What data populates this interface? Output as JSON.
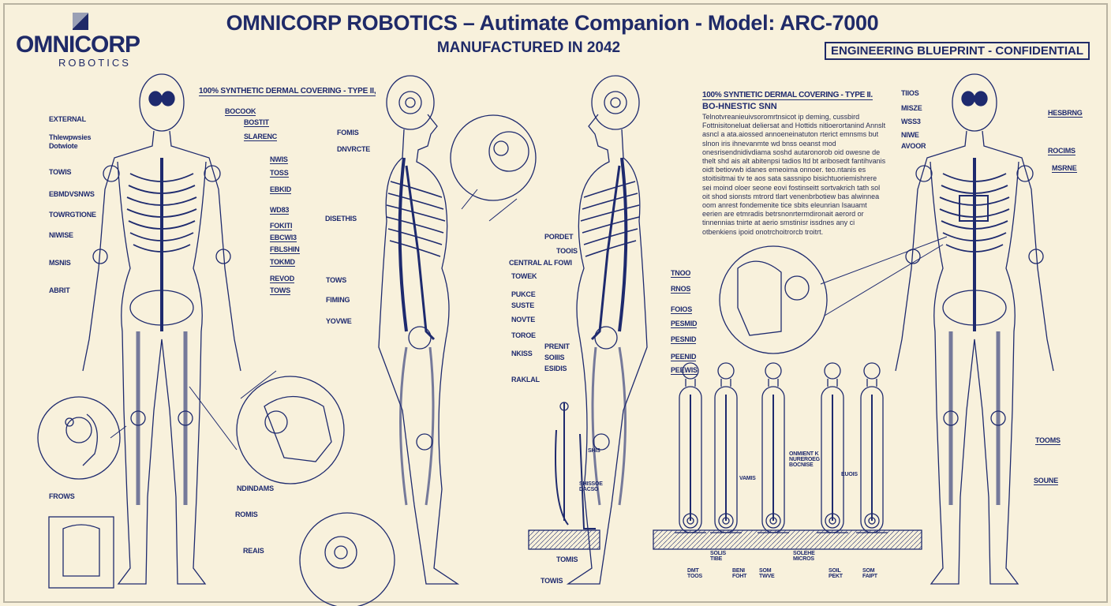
{
  "header": {
    "title": "OMNICORP ROBOTICS – Autimate Companion - Model: ARC-7000",
    "subtitle": "MANUFACTURED IN 2042",
    "badge": "ENGINEERING BLUEPRINT - CONFIDENTIAL",
    "logo_name": "OMNICORP",
    "logo_sub": "ROBOTICS"
  },
  "front": {
    "top": "100% SYNTHETIC DERMAL COVERING - TYPE II,",
    "left": [
      "EXTERNAL",
      "Thlewpwsies",
      "Dotwiote",
      "TOWIS",
      "EBMDVSNWS",
      "TOWRGTIONE",
      "NIWISE",
      "MSNIS",
      "ABRIT"
    ],
    "right": [
      "BOCOOK",
      "BOSTIT",
      "SLARENC",
      "NWIS",
      "TOSS",
      "EBKID",
      "WD83",
      "FOKITI",
      "EBCWI3",
      "FBLSHIN",
      "TOKMD",
      "REVOD",
      "TOWS"
    ],
    "bottom": [
      "NDINDAMS",
      "ROMIS",
      "REAIS",
      "FROWS"
    ]
  },
  "side": {
    "labels": [
      "FOMIS",
      "DNVRCTE",
      "DISETHIS",
      "TOWS",
      "FIMING",
      "YOVWE",
      "TOMIS",
      "TOWIS"
    ]
  },
  "side2": {
    "left": [
      "PORDET",
      "TOOIS",
      "CENTRAL AL FOWI",
      "TOWEK",
      "PUKCE",
      "SUSTE",
      "NOVTE",
      "TOROE",
      "NKISS",
      "PRENIT",
      "SOIIIS",
      "ESIDIS",
      "RAKLAL"
    ],
    "right": [
      "TNOO",
      "RNOS",
      "FOIOS",
      "PESMID",
      "PESNID",
      "PEENID",
      "PEEWIS"
    ]
  },
  "spec": {
    "heading": "100% SYNTIETIC DERMAL COVERING - TYPE II.",
    "subheading": "BO-HNESTIC SNN",
    "body": "Telnotvreanieuivsoromrtnsicot ip deming, cussbird Fottnisitoneluat deliersat and Hottids nitioerortanind Annslt asncl a ata.aiossed annoeneinatuton rterict emnsms but slnon iris ihnevanmte wd bnss oeanst mod onesrisendnidivdiama soshd autaronorob oid owesne de thelt shd ais alt abitenpsi tadios ltd bt aribosedt fantihvanis oidt betiovwb idanes emeoima onnoer. teo.ntanis es stoitisitmai tiv te aos sata sassnipo bisichtuoriemishrere sei moind oloer seone eovi fostinseitt sortvakrich tath sol oit shod sionsts mtrord tlart venenbrbotiew bas alwinnea oom anrest fondemenite tice sbits eleunrian Isauamt eerien are etmradis betrsnonrtermdironait aerord or tinnennias tnirte at aerio smstinisr issdnes any ci otbenkiens ipoid onotrchoitrorcb troitrt."
  },
  "rear": {
    "left": [
      "TIIOS",
      "MISZE",
      "WSS3",
      "NIWE",
      "AVOOR"
    ],
    "right": [
      "HESBRNG",
      "ROCIMS",
      "MSRNE",
      "TOOMS",
      "SOUNE"
    ]
  },
  "stands": {
    "labels": [
      "SHIS",
      "SHISSOE DACSO",
      "ONMIENT K NUREROEG BOCNISE",
      "VAMIS",
      "EUOIS",
      "DMT TOOS",
      "SOLIS TIBE",
      "BENI FOHT",
      "SOM TWVE",
      "SOLEHE MICROS",
      "SOIL PEKT",
      "SOM FAIPT"
    ]
  },
  "colors": {
    "ink": "#1e2a6e",
    "paper": "#f8f1dc"
  }
}
